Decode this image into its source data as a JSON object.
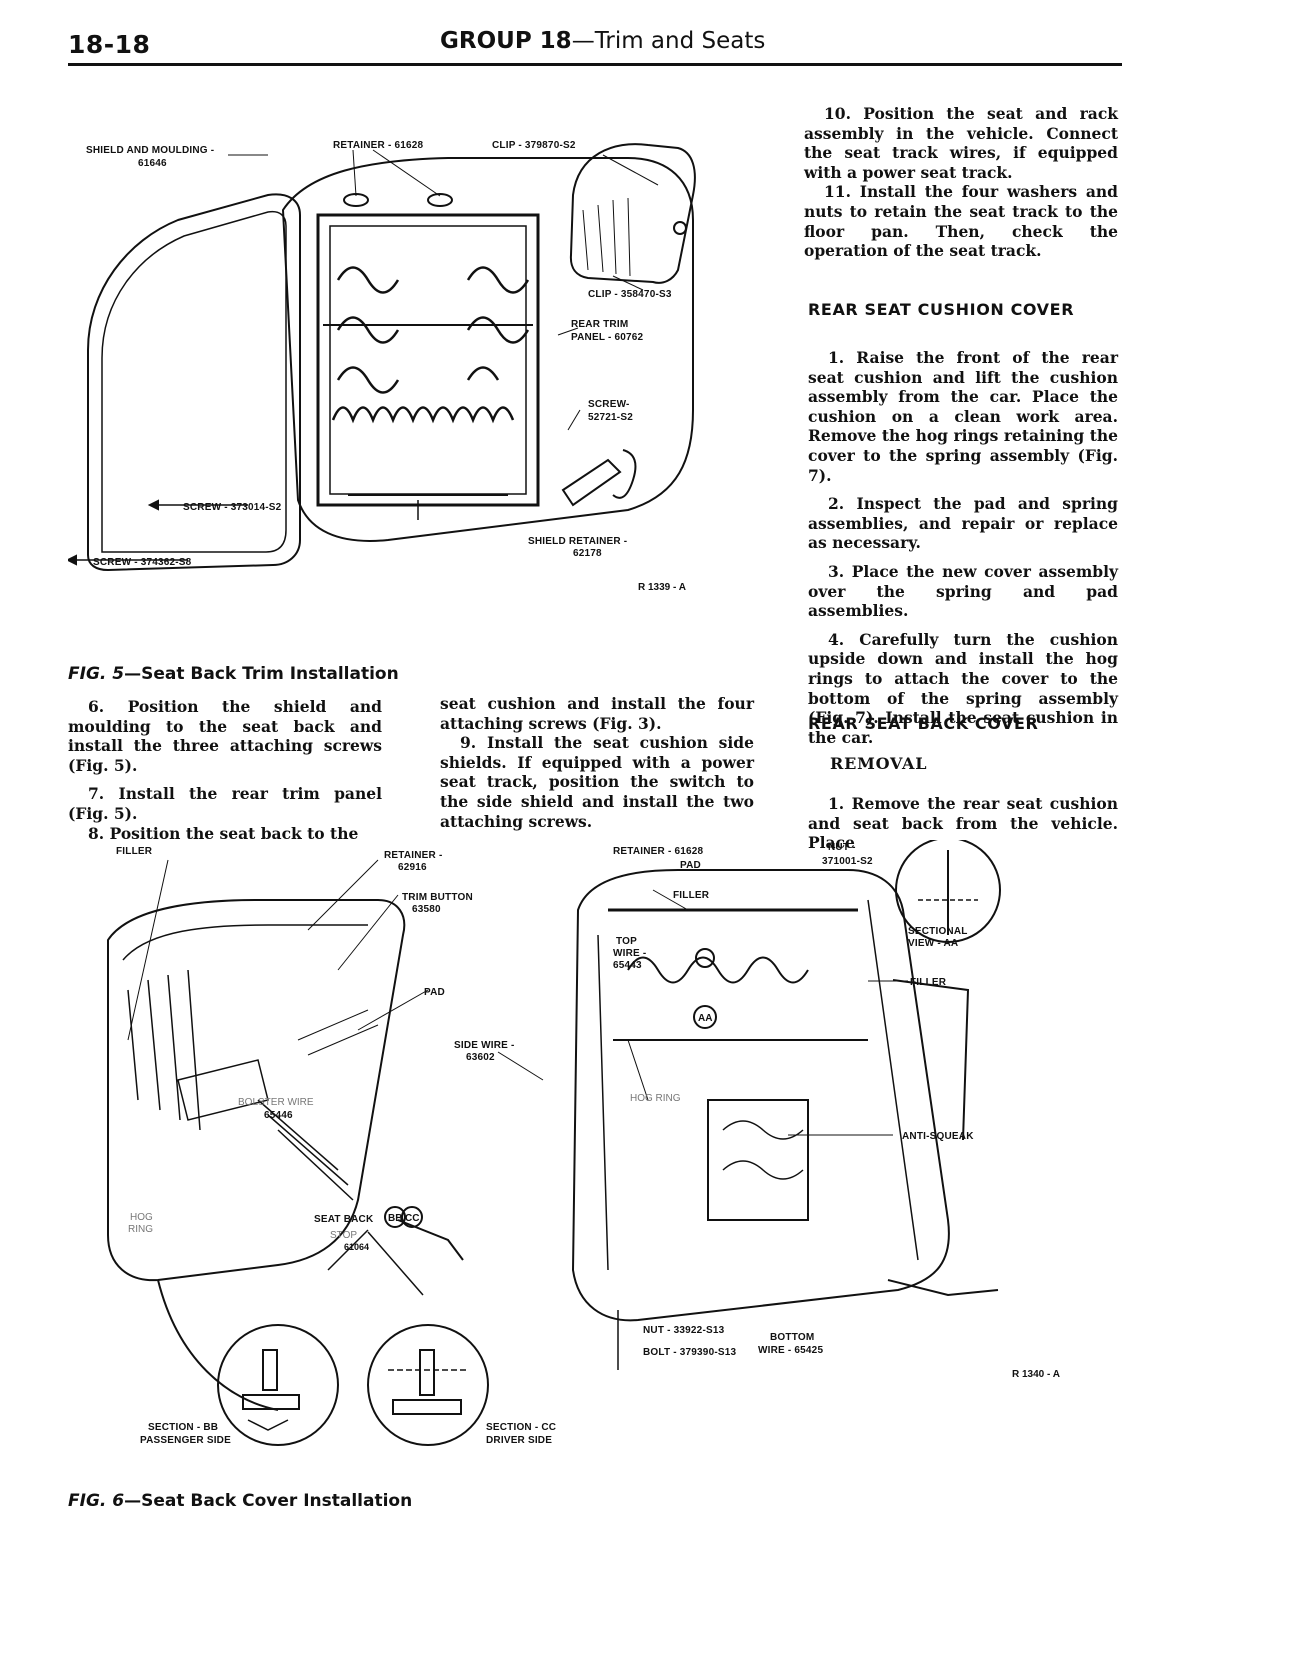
{
  "header": {
    "page_number": "18-18",
    "group_label": "GROUP 18",
    "group_title": "—Trim and Seats"
  },
  "figure5": {
    "labels": {
      "shield_moulding": "SHIELD AND MOULDING -",
      "shield_moulding_num": "61646",
      "retainer": "RETAINER - 61628",
      "clip_top": "CLIP - 379870-S2",
      "clip_mid": "CLIP - 358470-S3",
      "rear_trim": "REAR TRIM",
      "rear_trim_panel": "PANEL - 60762",
      "screw": "SCREW-",
      "screw_num": "52721-S2",
      "screw_inner": "SCREW - 373014-S2",
      "screw_outer": "SCREW - 374362-S8",
      "shield_retainer": "SHIELD RETAINER -",
      "shield_retainer_num": "62178"
    },
    "ref": "R 1339 - A",
    "caption_fig": "FIG. 5",
    "caption_title": "—Seat Back Trim Installation"
  },
  "column1": [
    "6. Position the shield and moulding to the seat back and install the three attaching screws (Fig. 5).",
    "7. Install the rear trim panel (Fig. 5).",
    "8. Position the seat back to the"
  ],
  "column2": [
    "seat cushion and install the four attaching screws (Fig. 3).",
    "9. Install the seat cushion side shields. If equipped with a power seat track, position the switch to the side shield and install the two attaching screws."
  ],
  "column3": {
    "intro": [
      "10. Position the seat and rack assembly in the vehicle. Connect the seat track wires, if equipped with a power seat track.",
      "11. Install the four washers and nuts to retain the seat track to the floor pan. Then, check the operation of the seat track."
    ],
    "heading_cushion": "REAR SEAT CUSHION COVER",
    "cushion_steps": [
      "1. Raise the front of the rear seat cushion and lift the cushion assembly from the car. Place the cushion on a clean work area. Remove the hog rings retaining the cover to the spring assembly (Fig. 7).",
      "2. Inspect the pad and spring assemblies, and repair or replace as necessary.",
      "3. Place the new cover assembly over the spring and pad assemblies.",
      "4. Carefully turn the cushion upside down and install the hog rings to attach the cover to the bottom of the spring assembly (Fig. 7). Install the seat cushion in the car."
    ],
    "heading_back": "REAR SEAT BACK COVER",
    "subheading_removal": "REMOVAL",
    "removal_steps": [
      "1. Remove the rear seat cushion and seat back from the vehicle. Place"
    ]
  },
  "figure6": {
    "labels": {
      "filler_left": "FILLER",
      "retainer_left": "RETAINER -",
      "retainer_left_num": "62916",
      "trim_button": "TRIM BUTTON",
      "trim_button_num": "63580",
      "pad_left": "PAD",
      "side_wire": "SIDE WIRE -",
      "side_wire_num": "63602",
      "bolster_wire": "BOLSTER WIRE",
      "bolster_wire_num": "65446",
      "hog_ring_left_1": "HOG",
      "hog_ring_left_2": "RING",
      "seat_back": "SEAT BACK",
      "stop": "STOP",
      "stop_num": "61064",
      "section_bb": "SECTION - BB",
      "passenger_side": "PASSENGER SIDE",
      "section_cc": "SECTION - CC",
      "driver_side": "DRIVER SIDE",
      "retainer_top": "RETAINER - 61628",
      "pad_top": "PAD",
      "nut_top": "NUT -",
      "nut_top_num": "371001-S2",
      "filler_center": "FILLER",
      "top_wire_1": "TOP",
      "top_wire_2": "WIRE -",
      "top_wire_num": "65443",
      "sectional_view": "SECTIONAL",
      "view_aa": "VIEW - AA",
      "filler_right": "FILLER",
      "hog_ring_center": "HOG RING",
      "anti_squeak": "ANTI-SQUEAK",
      "nut_bottom": "NUT - 33922-S13",
      "bolt_bottom": "BOLT - 379390-S13",
      "bottom_wire": "BOTTOM",
      "bottom_wire_num": "WIRE - 65425",
      "aa": "AA",
      "bb": "BB",
      "cc": "CC"
    },
    "ref": "R 1340 - A",
    "caption_fig": "FIG. 6",
    "caption_title": "—Seat Back Cover Installation"
  }
}
